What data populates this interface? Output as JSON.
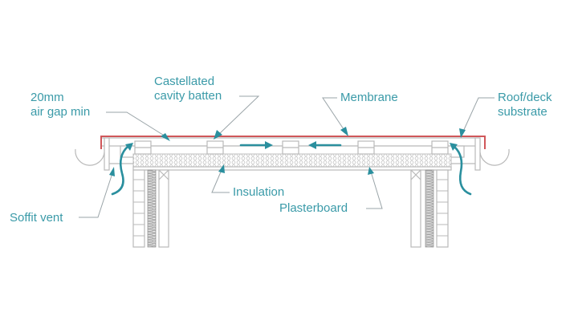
{
  "diagram": {
    "title": "Cold roof ventilation detail",
    "colors": {
      "label": "#3a9aa8",
      "airflow": "#2a8f9e",
      "membrane": "#d0575a",
      "outline": "#b9b9b9",
      "leader": "#9aa4a8"
    },
    "labels": {
      "air_gap_line1": "20mm",
      "air_gap_line2": "air gap min",
      "batten_line1": "Castellated",
      "batten_line2": "cavity batten",
      "membrane": "Membrane",
      "substrate_line1": "Roof/deck",
      "substrate_line2": "substrate",
      "insulation": "Insulation",
      "plasterboard": "Plasterboard",
      "soffit_vent": "Soffit vent"
    },
    "components": [
      {
        "name": "membrane",
        "icon": "red-line"
      },
      {
        "name": "roof-deck-substrate",
        "icon": "outline-board"
      },
      {
        "name": "castellated-cavity-batten",
        "icon": "batten-block"
      },
      {
        "name": "insulation",
        "icon": "hatched-band"
      },
      {
        "name": "plasterboard",
        "icon": "outline-board"
      },
      {
        "name": "soffit-vent",
        "icon": "vent-gap"
      },
      {
        "name": "gutter",
        "icon": "half-circle"
      },
      {
        "name": "wall",
        "icon": "brick-cavity-wall"
      }
    ],
    "airflow": [
      {
        "name": "left-inlet",
        "direction": "up-right"
      },
      {
        "name": "cavity-right",
        "direction": "right"
      },
      {
        "name": "cavity-left",
        "direction": "left"
      },
      {
        "name": "right-inlet",
        "direction": "up-left"
      }
    ]
  }
}
